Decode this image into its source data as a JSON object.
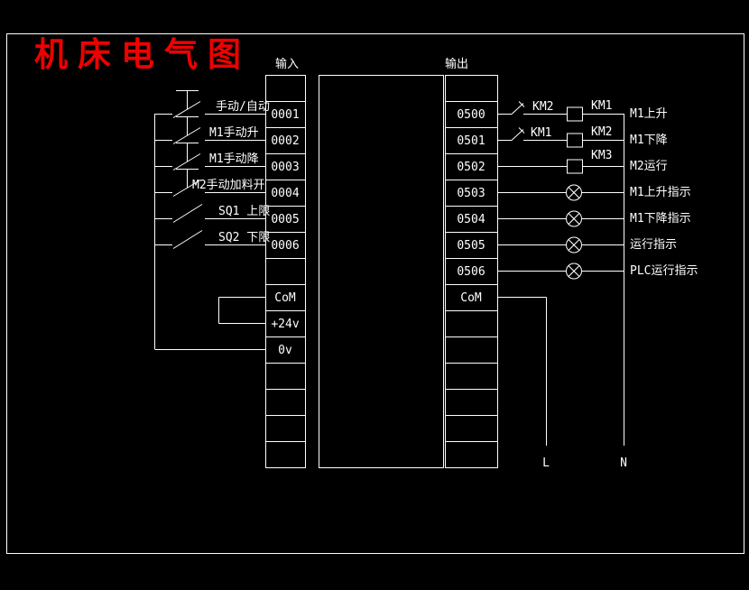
{
  "title": "机床电气图",
  "colors": {
    "background": "#000000",
    "line": "#ffffff",
    "title_color": "#f00000"
  },
  "plc": {
    "input_header": "输入",
    "output_header": "输出",
    "input_terminals": [
      "0001",
      "0002",
      "0003",
      "0004",
      "0005",
      "0006"
    ],
    "input_power_terminals": {
      "com": "CoM",
      "plus24": "+24v",
      "zero": "0v"
    },
    "output_terminals": [
      "0500",
      "0501",
      "0502",
      "0503",
      "0504",
      "0505",
      "0506"
    ],
    "output_com": "CoM"
  },
  "input_rows": [
    {
      "label": "手动/自动",
      "terminal": "0001",
      "switch_type": "toggle-selector-switch"
    },
    {
      "label": "M1手动升",
      "terminal": "0002",
      "switch_type": "toggle-selector-switch"
    },
    {
      "label": "M1手动降",
      "terminal": "0003",
      "switch_type": "toggle-selector-switch"
    },
    {
      "label": "M2手动加料开",
      "terminal": "0004",
      "switch_type": "toggle-selector-switch"
    },
    {
      "label": "SQ1 上限",
      "terminal": "0005",
      "switch_type": "limit-switch"
    },
    {
      "label": "SQ2 下限",
      "terminal": "0006",
      "switch_type": "limit-switch"
    }
  ],
  "output_rows": [
    {
      "terminal": "0500",
      "interlock_contact": "KM2",
      "coil": "KM1",
      "label": "M1上升",
      "device": "contactor-coil"
    },
    {
      "terminal": "0501",
      "interlock_contact": "KM1",
      "coil": "KM2",
      "label": "M1下降",
      "device": "contactor-coil"
    },
    {
      "terminal": "0502",
      "coil": "KM3",
      "label": "M2运行",
      "device": "contactor-coil"
    },
    {
      "terminal": "0503",
      "label": "M1上升指示",
      "device": "indicator-lamp"
    },
    {
      "terminal": "0504",
      "label": "M1下降指示",
      "device": "indicator-lamp"
    },
    {
      "terminal": "0505",
      "label": "运行指示",
      "device": "indicator-lamp"
    },
    {
      "terminal": "0506",
      "label": "PLC运行指示",
      "device": "indicator-lamp"
    }
  ],
  "power": {
    "line": "L",
    "neutral": "N"
  }
}
